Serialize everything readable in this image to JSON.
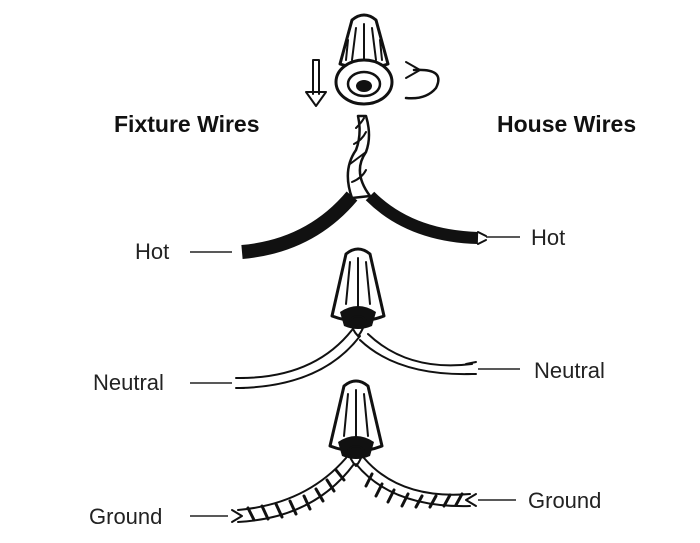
{
  "headings": {
    "fixture": "Fixture Wires",
    "house": "House Wires"
  },
  "labels": {
    "fixture_hot": "Hot",
    "fixture_neutral": "Neutral",
    "fixture_ground": "Ground",
    "house_hot": "Hot",
    "house_neutral": "Neutral",
    "house_ground": "Ground"
  }
}
